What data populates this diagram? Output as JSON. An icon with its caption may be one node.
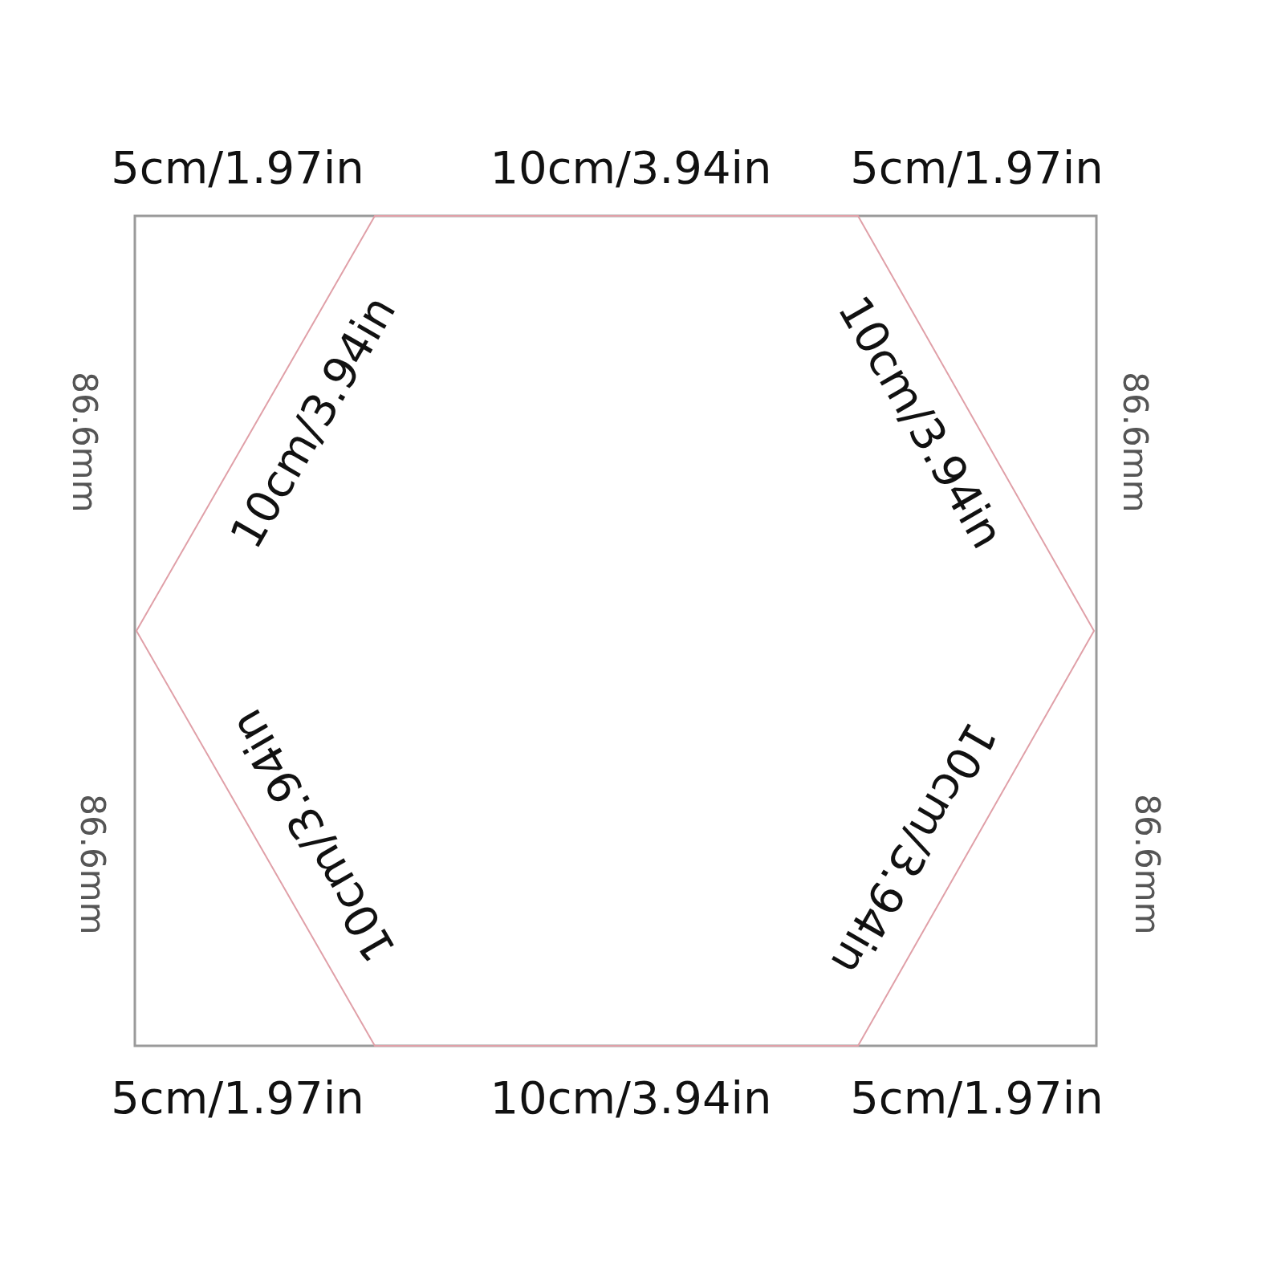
{
  "diagram": {
    "labels": [
      "5cm/1.97in",
      "10cm/3.94in",
      "5cm/1.97in",
      "86.6mm",
      "10cm/3.94in",
      "10cm/3.94in",
      "86.6mm",
      "86.6mm",
      "10cm/3.94in",
      "10cm/3.94in",
      "86.6mm",
      "5cm/1.97in",
      "10cm/3.94in",
      "5cm/1.97in"
    ]
  }
}
